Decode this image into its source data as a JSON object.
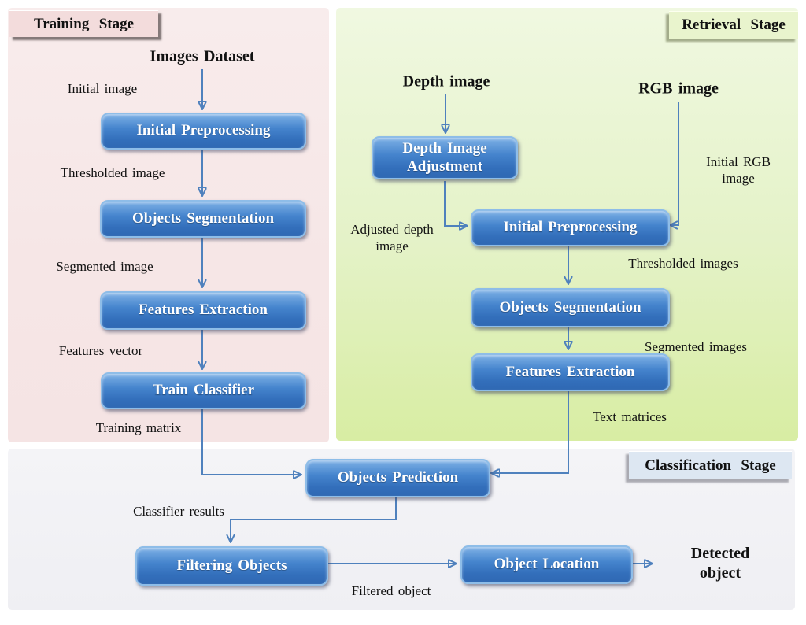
{
  "stage_labels": {
    "training": "Training Stage",
    "retrieval": "Retrieval Stage",
    "classification": "Classification Stage"
  },
  "training": {
    "source": "Images Dataset",
    "steps": [
      "Initial Preprocessing",
      "Objects Segmentation",
      "Features Extraction",
      "Train Classifier"
    ],
    "edge_labels": [
      "Initial image",
      "Thresholded image",
      "Segmented image",
      "Features vector",
      "Training matrix"
    ]
  },
  "retrieval": {
    "inputs": [
      "Depth image",
      "RGB image"
    ],
    "steps": [
      "Depth Image Adjustment",
      "Initial Preprocessing",
      "Objects Segmentation",
      "Features Extraction"
    ],
    "edge_labels": [
      "Adjusted depth image",
      "Initial RGB image",
      "Thresholded images",
      "Segmented images",
      "Text matrices"
    ]
  },
  "classification": {
    "steps": [
      "Objects Prediction",
      "Filtering Objects",
      "Object Location"
    ],
    "edge_labels": [
      "Classifier results",
      "Filtered object"
    ],
    "output": "Detected object"
  },
  "colors": {
    "box_fill": "#4584cd",
    "box_border": "#8ebde8",
    "connector": "#4f81bd",
    "training_panel": "#f6e6e6",
    "retrieval_panel": "#e4f2c7",
    "classification_panel": "#f1f1f5",
    "training_label_bg": "#f3dcdc",
    "retrieval_label_bg": "#e9f4cd",
    "classification_label_bg": "#dde7f2"
  }
}
